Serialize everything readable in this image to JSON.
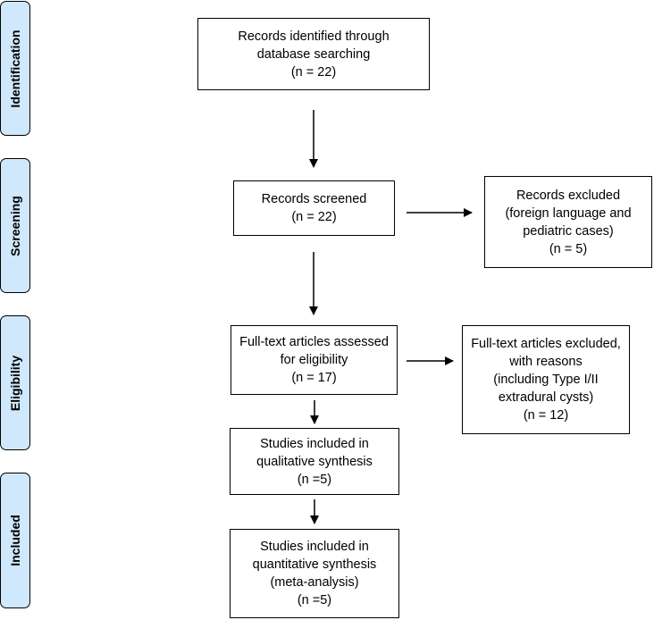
{
  "phases": [
    {
      "label": "Identification"
    },
    {
      "label": "Screening"
    },
    {
      "label": "Eligibility"
    },
    {
      "label": "Included"
    }
  ],
  "boxes": {
    "records_identified": {
      "lines": [
        "Records identified through",
        "database searching",
        "(n = 22)"
      ]
    },
    "records_screened": {
      "lines": [
        "Records screened",
        "(n = 22)"
      ]
    },
    "records_excluded": {
      "lines": [
        "Records excluded",
        "(foreign language and",
        "pediatric cases)",
        "(n =  5)"
      ]
    },
    "fulltext_assessed": {
      "lines": [
        "Full-text articles assessed",
        "for eligibility",
        "(n = 17)"
      ]
    },
    "fulltext_excluded": {
      "lines": [
        "Full-text articles excluded,",
        "with reasons",
        "(including Type I/II",
        "extradural cysts)",
        "(n = 12)"
      ]
    },
    "qualitative": {
      "lines": [
        "Studies included in",
        "qualitative synthesis",
        "(n =5)"
      ]
    },
    "quantitative": {
      "lines": [
        "Studies included in",
        "quantitative synthesis",
        "(meta-analysis)",
        "(n =5)"
      ]
    }
  }
}
